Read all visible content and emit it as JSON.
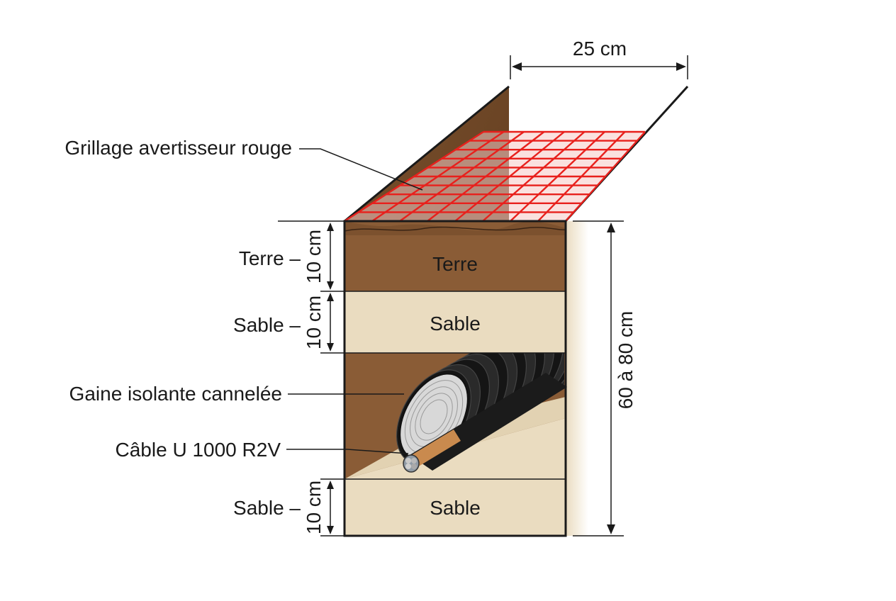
{
  "dimensions": {
    "width_label": "25 cm",
    "depth_label": "60 à 80 cm",
    "layer_terre_height": "10 cm",
    "layer_sable_top_height": "10 cm",
    "layer_sable_bottom_height": "10 cm"
  },
  "callouts": {
    "grillage": "Grillage avertisseur rouge",
    "terre": "Terre –",
    "sable_top": "Sable –",
    "gaine": "Gaine isolante cannelée",
    "cable": "Câble U 1000 R2V",
    "sable_bottom": "Sable –"
  },
  "layers": {
    "terre": "Terre",
    "sable_top": "Sable",
    "sable_bottom": "Sable"
  },
  "colors": {
    "terre": "#8a5c36",
    "terre_dark": "#6e4526",
    "sable": "#eadcc0",
    "sable_dark": "#d9c7a2",
    "grillage": "#e8201c",
    "gaine": "#1b1b1b",
    "cable_core": "#c98a4e"
  }
}
